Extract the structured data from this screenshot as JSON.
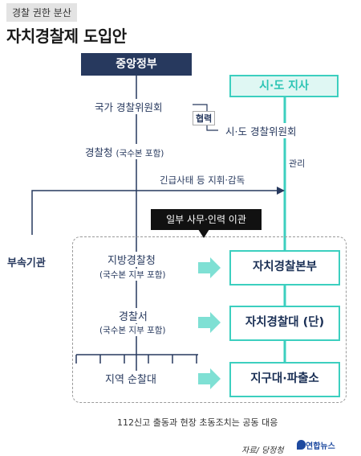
{
  "header": {
    "tag": "경찰 권한 분산",
    "title": "자치경찰제 도입안"
  },
  "central": {
    "title": "중앙정부",
    "committee": "국가 경찰위원회",
    "agency": "경찰청",
    "agency_note": "(국수본 포함)",
    "regional_agency": "지방경찰청",
    "regional_note": "(국수본 지부 포함)",
    "station": "경찰서",
    "station_note": "(국수본 지부 포함)",
    "patrol": "지역 순찰대"
  },
  "province": {
    "title": "시·도 지사",
    "committee": "시·도 경찰위원회",
    "manage": "관리",
    "hq": "자치경찰본부",
    "unit": "자치경찰대 (단)",
    "post": "지구대·파출소"
  },
  "links": {
    "collab": "협력",
    "emergency": "긴급사태 등 지휘·감독",
    "transfer": "일부 사무·인력 이관",
    "affiliates": "부속기관"
  },
  "footer": {
    "note": "112신고 출동과 현장 초동조치는 공동 대응",
    "source": "자료/ 당정청",
    "logo": "연합뉴스"
  },
  "colors": {
    "navy": "#27395e",
    "teal": "#3ccfbf"
  }
}
